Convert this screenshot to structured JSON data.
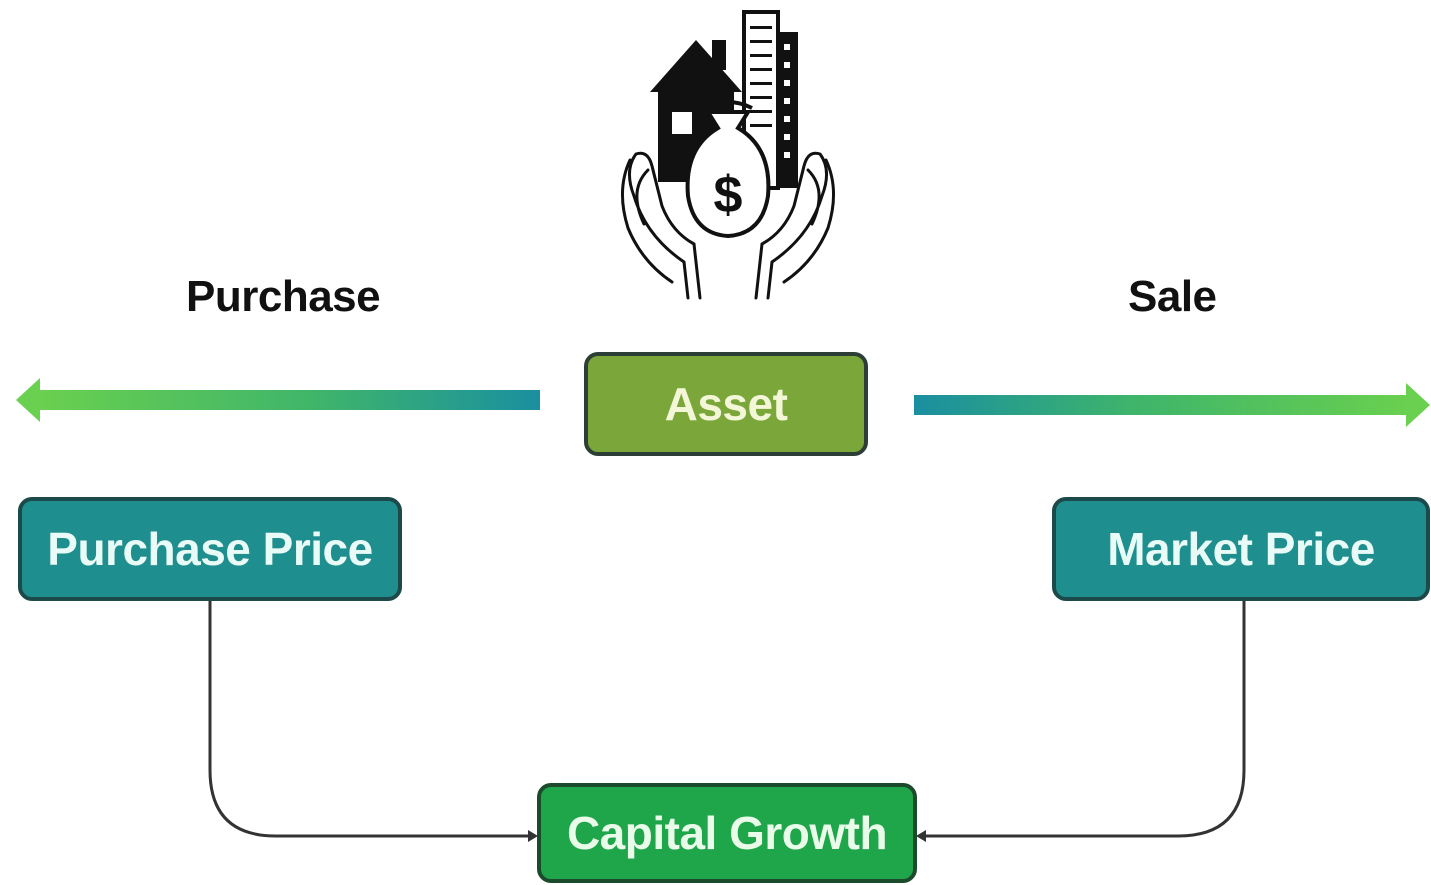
{
  "labels": {
    "purchase": "Purchase",
    "sale": "Sale"
  },
  "boxes": {
    "asset": "Asset",
    "purchase_price": "Purchase Price",
    "market_price": "Market Price",
    "capital_growth": "Capital Growth"
  },
  "icons": {
    "top": "house-building-money-bag-hands-icon"
  },
  "colors": {
    "asset_box": "#7aa63a",
    "price_box": "#1f8e8e",
    "growth_box": "#1fa54a",
    "arrow_green": "#6ad04f",
    "arrow_teal": "#1a8fa0",
    "connector": "#333333"
  }
}
